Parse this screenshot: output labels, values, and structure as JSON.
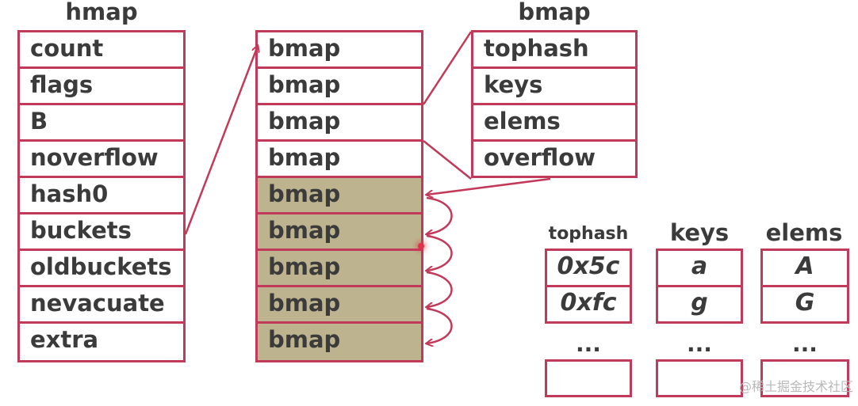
{
  "hmap": {
    "title": "hmap",
    "fields": [
      "count",
      "flags",
      "B",
      "noverflow",
      "hash0",
      "buckets",
      "oldbuckets",
      "nevacuate",
      "extra"
    ]
  },
  "buckets": {
    "items": [
      "bmap",
      "bmap",
      "bmap",
      "bmap",
      "bmap",
      "bmap",
      "bmap",
      "bmap",
      "bmap"
    ],
    "overflow_start_index": 4
  },
  "bmap": {
    "title": "bmap",
    "fields": [
      "tophash",
      "keys",
      "elems",
      "overflow"
    ]
  },
  "arrays": [
    {
      "title": "tophash",
      "values": [
        "0x5c",
        "0xfc"
      ],
      "ellipsis": "..."
    },
    {
      "title": "keys",
      "values": [
        "a",
        "g"
      ],
      "ellipsis": "..."
    },
    {
      "title": "elems",
      "values": [
        "A",
        "G"
      ],
      "ellipsis": "..."
    }
  ],
  "colors": {
    "border": "#c23a5a",
    "overflow_fill": "#bdb48f",
    "text": "#3b3b3b"
  },
  "watermark": "@稀土掘金技术社区"
}
